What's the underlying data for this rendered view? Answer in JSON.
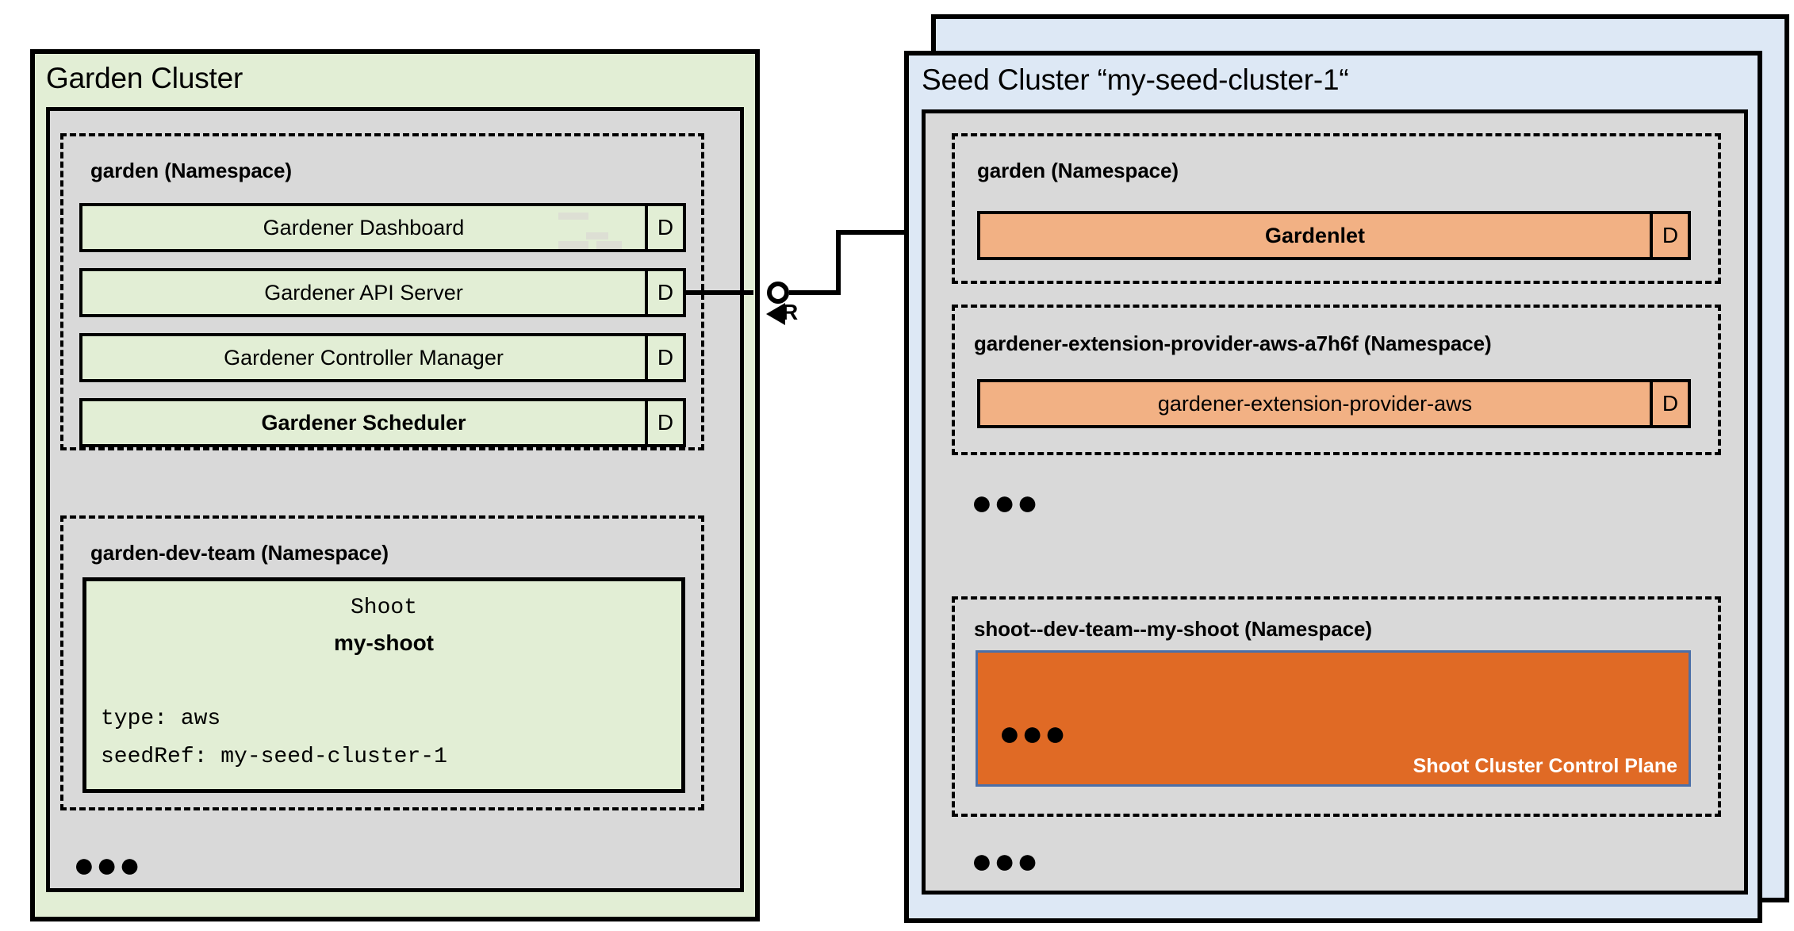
{
  "diagram": {
    "title_garden": "Garden Cluster",
    "title_seed": "Seed Cluster “my-seed-cluster-1“"
  },
  "colors": {
    "garden_cluster_fill": "#e2eed5",
    "seed_cluster_fill": "#dde8f5",
    "kubernetes_body_fill": "#d9d9d9",
    "garden_component_fill": "#e2eed5",
    "seed_component_fill": "#f2b184",
    "control_plane_fill": "#e06a25",
    "control_plane_border": "#4b6fa8",
    "outline": "#000000"
  },
  "garden_cluster": {
    "title": "Garden Cluster",
    "namespaces": [
      {
        "name": "garden (Namespace)",
        "components": [
          {
            "label": "Gardener Dashboard",
            "kind_badge": "D",
            "bold": false
          },
          {
            "label": "Gardener API Server",
            "kind_badge": "D",
            "bold": false
          },
          {
            "label": "Gardener Controller Manager",
            "kind_badge": "D",
            "bold": false
          },
          {
            "label": "Gardener Scheduler",
            "kind_badge": "D",
            "bold": true
          }
        ]
      },
      {
        "name": "garden-dev-team (Namespace)",
        "resource": {
          "kind": "Shoot",
          "name": "my-shoot",
          "spec_lines": [
            "type: aws",
            "seedRef: my-seed-cluster-1"
          ]
        }
      }
    ],
    "more_indicator": "●●●"
  },
  "seed_cluster": {
    "title": "Seed Cluster “my-seed-cluster-1“",
    "namespaces": [
      {
        "name": "garden (Namespace)",
        "components": [
          {
            "label": "Gardenlet",
            "kind_badge": "D",
            "bold": true
          }
        ]
      },
      {
        "name": "gardener-extension-provider-aws-a7h6f (Namespace)",
        "components": [
          {
            "label": "gardener-extension-provider-aws",
            "kind_badge": "D",
            "bold": false
          }
        ]
      },
      {
        "name": "shoot--dev-team--my-shoot (Namespace)",
        "control_plane": {
          "label": "Shoot Cluster Control Plane",
          "more_indicator": "●●●"
        }
      }
    ],
    "more_indicator_middle": "●●●",
    "more_indicator_bottom": "●●●"
  },
  "connector": {
    "label": "R",
    "from": "Gardener API Server",
    "to": "Gardenlet"
  }
}
